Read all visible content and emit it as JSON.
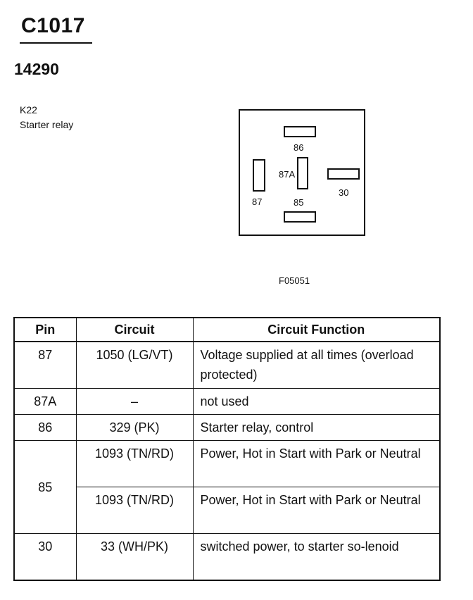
{
  "connector": {
    "id": "C1017",
    "part_number": "14290"
  },
  "component": {
    "ref": "K22",
    "name": "Starter relay"
  },
  "diagram": {
    "terminals": [
      "86",
      "87A",
      "87",
      "85",
      "30"
    ],
    "figure_id": "F05051"
  },
  "table": {
    "headers": [
      "Pin",
      "Circuit",
      "Circuit Function"
    ],
    "rows": [
      {
        "pin": "87",
        "circuit": "1050 (LG/VT)",
        "function": "Voltage supplied at all times (overload protected)"
      },
      {
        "pin": "87A",
        "circuit": "–",
        "function": "not used"
      },
      {
        "pin": "86",
        "circuit": "329 (PK)",
        "function": "Starter relay, control"
      },
      {
        "pin": "85",
        "circuit": "1093 (TN/RD)",
        "function": "Power, Hot in Start with Park or Neutral"
      },
      {
        "pin": "",
        "circuit": "1093 (TN/RD)",
        "function": "Power, Hot in Start with Park or Neutral"
      },
      {
        "pin": "30",
        "circuit": "33 (WH/PK)",
        "function": "switched power, to starter so-lenoid"
      }
    ]
  }
}
